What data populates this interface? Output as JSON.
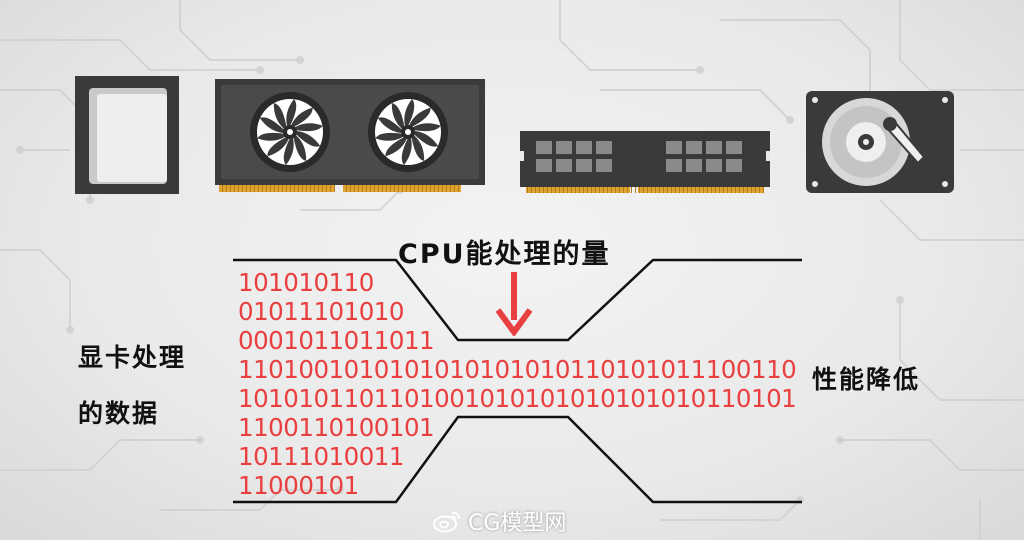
{
  "labels": {
    "cpu_amount": "CPU能处理的量",
    "gpu_data_line1": "显卡处理",
    "gpu_data_line2": "的数据",
    "performance_down": "性能降低"
  },
  "binary_lines": [
    "101010110",
    "01011101010",
    "0001011011011",
    "1101001010101010101010110101011100110",
    "1010101101101001010101010101010110101",
    "1100110100101",
    "10111010011",
    "11000101"
  ],
  "watermark": "CG模型网",
  "colors": {
    "bits_red": "#ea3f3f",
    "arrow_red": "#e84040",
    "line_black": "#111111",
    "component_dark": "#3a3a3a",
    "contact_gold": "#e0a230"
  },
  "icons": [
    "cpu-chip-icon",
    "graphics-card-icon",
    "ram-stick-icon",
    "hard-drive-icon",
    "down-arrow-icon",
    "weibo-logo-icon"
  ]
}
